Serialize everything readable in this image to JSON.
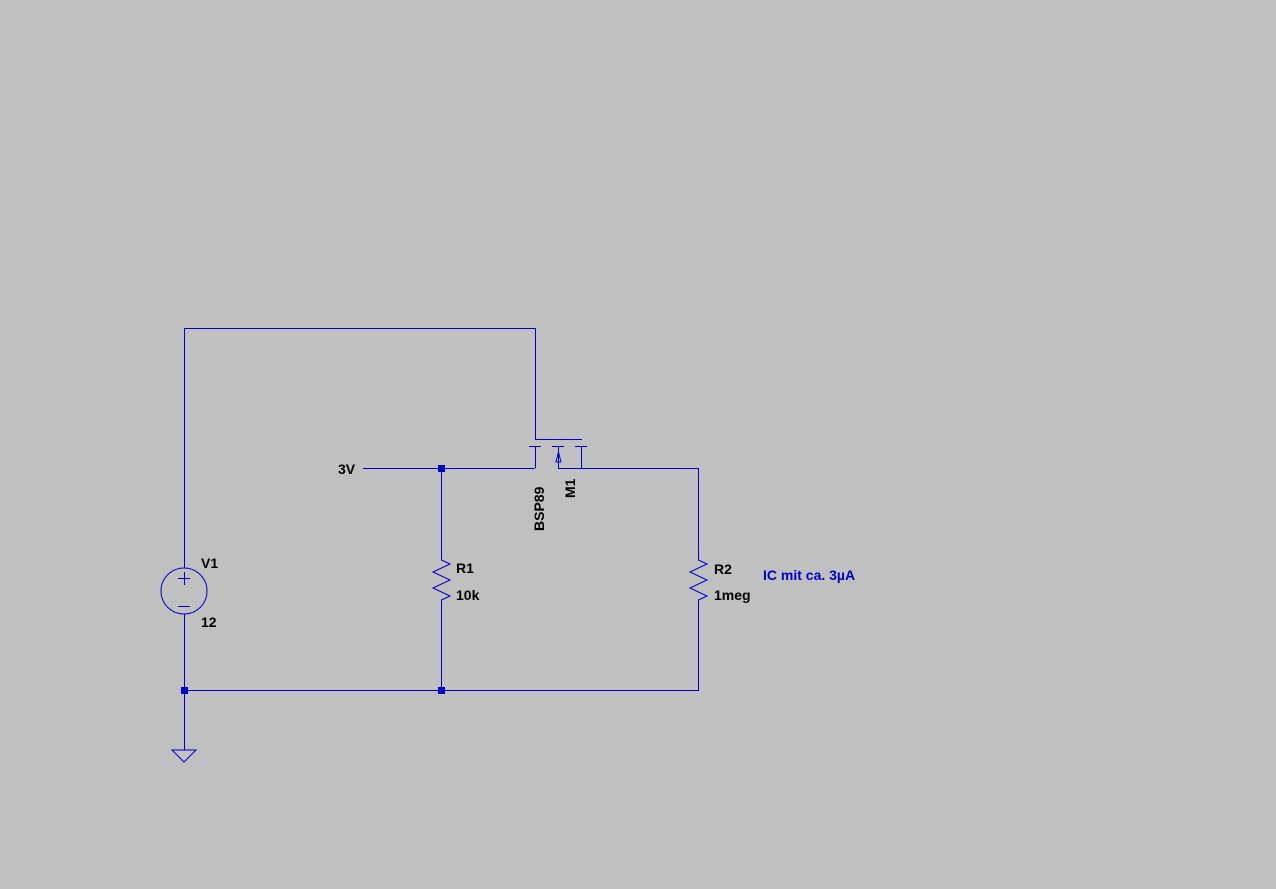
{
  "diagram": {
    "background_color": "#c0c0c0",
    "wire_color": "#0000cc",
    "label_color": "#000000",
    "comment_color": "#0000cc",
    "net_label": "3V",
    "v1": {
      "name": "V1",
      "value": "12",
      "icon": "voltage-source-icon"
    },
    "r1": {
      "name": "R1",
      "value": "10k",
      "icon": "resistor-icon"
    },
    "r2": {
      "name": "R2",
      "value": "1meg",
      "icon": "resistor-icon"
    },
    "m1": {
      "name": "M1",
      "model": "BSP89",
      "icon": "nmos-transistor-icon"
    },
    "ground": {
      "icon": "ground-icon"
    },
    "comment": "IC mit ca. 3µA"
  }
}
